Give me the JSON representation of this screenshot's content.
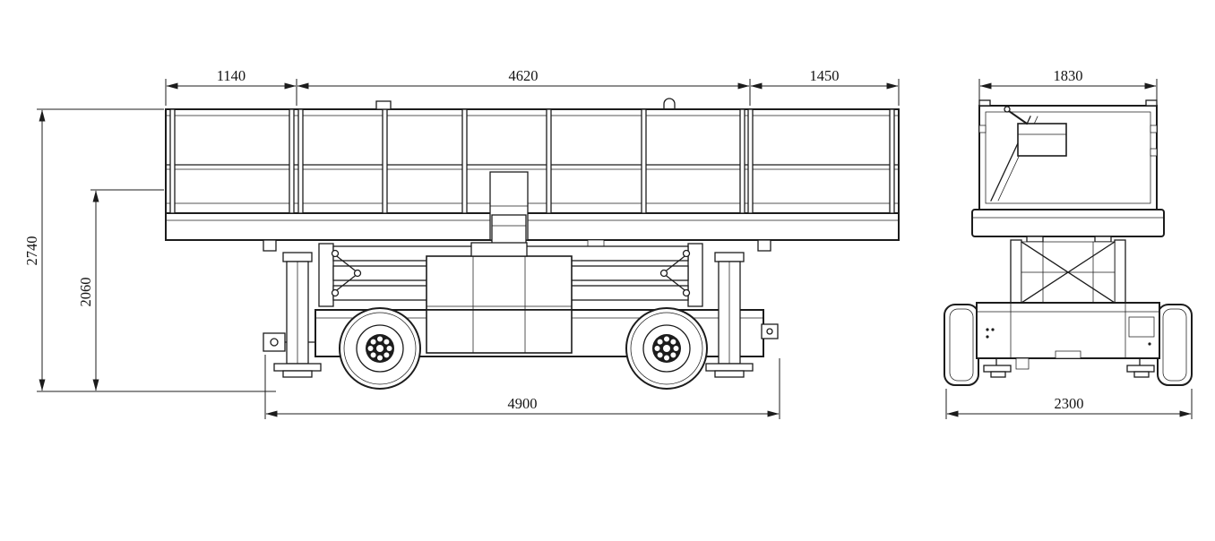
{
  "colors": {
    "line": "#1c1c1c",
    "background": "#ffffff"
  },
  "side_view": {
    "dim_top_left": "1140",
    "dim_top_middle": "4620",
    "dim_top_right": "1450",
    "dim_left_outer": "2740",
    "dim_left_inner": "2060",
    "dim_bottom": "4900"
  },
  "front_view": {
    "dim_top": "1830",
    "dim_bottom": "2300"
  }
}
